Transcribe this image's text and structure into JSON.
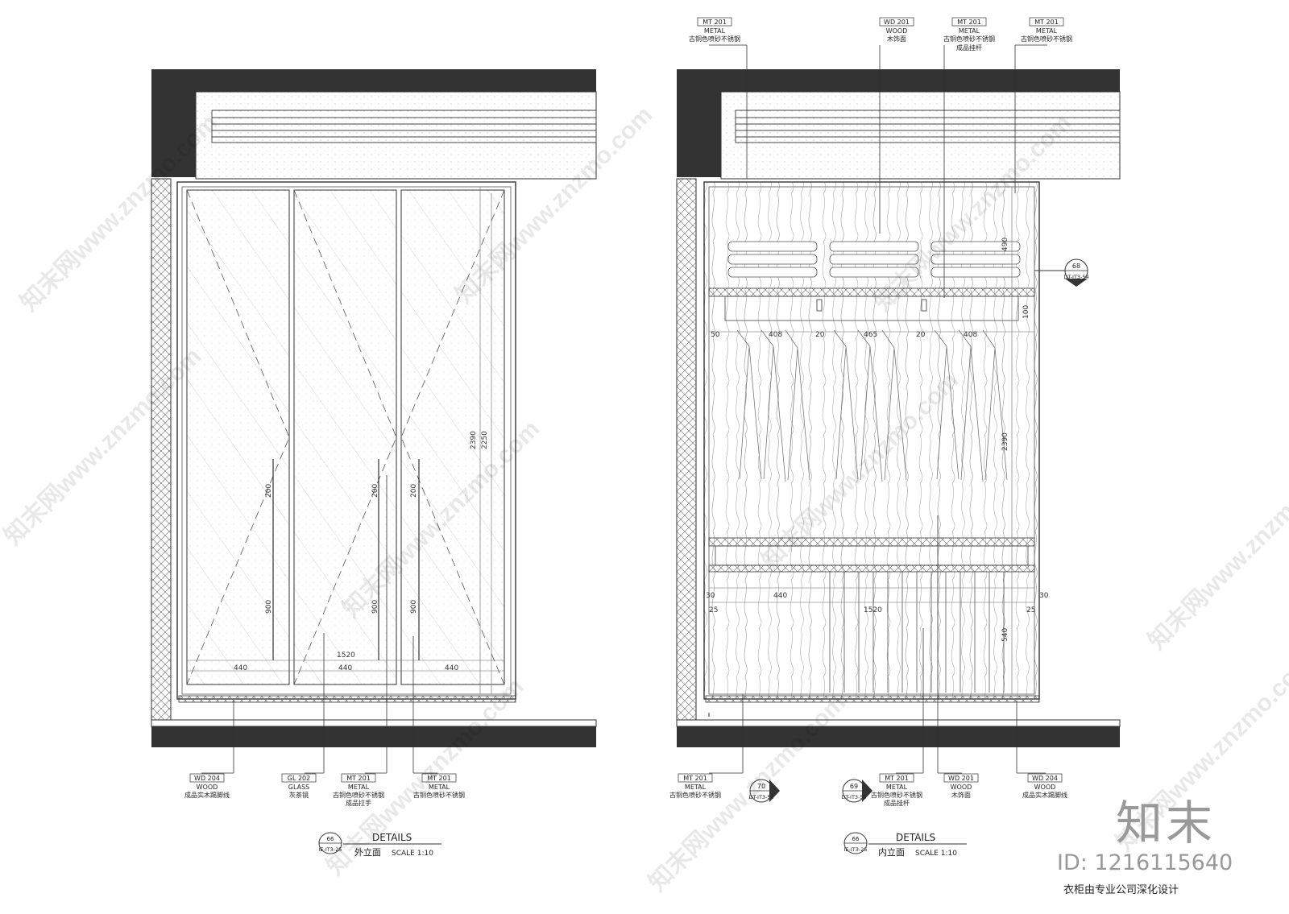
{
  "left_view": {
    "callouts_bottom": [
      {
        "code": "WD 204",
        "mat": "WOOD",
        "desc": "成品实木踢脚线"
      },
      {
        "code": "GL 202",
        "mat": "GLASS",
        "desc": "灰茶镜"
      },
      {
        "code": "MT 201",
        "mat": "METAL",
        "desc": "古铜色喷砂不锈钢",
        "desc2": "成品拉手"
      },
      {
        "code": "MT 201",
        "mat": "METAL",
        "desc": "古铜色喷砂不锈钢"
      }
    ],
    "dims": {
      "d440a": "440",
      "d440b": "440",
      "d440c": "440",
      "d1520": "1520",
      "d2390": "2390",
      "d2250": "2250",
      "d200a": "200",
      "d200b": "200",
      "d200c": "200",
      "d900a": "900",
      "d900b": "900",
      "d900c": "900"
    },
    "title_tag": {
      "num": "66",
      "ref": "IE-IT3-25"
    },
    "title": {
      "main": "DETAILS",
      "sub": "外立面",
      "scale": "SCALE  1:10"
    }
  },
  "right_view": {
    "callouts_top": [
      {
        "code": "MT 201",
        "mat": "METAL",
        "desc": "古铜色喷砂不锈钢"
      },
      {
        "code": "WD 201",
        "mat": "WOOD",
        "desc": "木饰面"
      },
      {
        "code": "MT 201",
        "mat": "METAL",
        "desc": "古铜色喷砂不锈钢",
        "desc2": "成品挂杆"
      },
      {
        "code": "MT 201",
        "mat": "METAL",
        "desc": "古铜色喷砂不锈钢"
      }
    ],
    "callouts_bottom": [
      {
        "code": "MT 201",
        "mat": "METAL",
        "desc": "古铜色喷砂不锈钢"
      },
      {
        "code": "MT 201",
        "mat": "METAL",
        "desc": "古铜色喷砂不锈钢",
        "desc2": "成品挂杆"
      },
      {
        "code": "WD 201",
        "mat": "WOOD",
        "desc": "木饰面"
      },
      {
        "code": "WD 204",
        "mat": "WOOD",
        "desc": "成品实木踢脚线"
      }
    ],
    "section_tags": [
      {
        "num": "70",
        "ref": "DT-IT3-55"
      },
      {
        "num": "69",
        "ref": "DT-IT3-55"
      },
      {
        "num": "68",
        "ref": "DT-IT3-54"
      }
    ],
    "dims": {
      "d408a": "408",
      "d465": "465",
      "d408b": "408",
      "d20a": "20",
      "d20b": "20",
      "d50": "50",
      "d440": "440",
      "d1520": "1520",
      "d2390": "2390",
      "d540": "540",
      "d490": "490",
      "d25a": "25",
      "d25b": "25",
      "d30a": "30",
      "d30b": "30",
      "d100": "100"
    },
    "title_tag": {
      "num": "66",
      "ref": "IE-IT3-25"
    },
    "title": {
      "main": "DETAILS",
      "sub": "内立面",
      "scale": "SCALE  1:10"
    }
  },
  "watermark": {
    "text": "知末网www.znzmo.com"
  },
  "brand": {
    "logo": "知末",
    "id": "ID: 1216115640"
  },
  "footer": {
    "text": "衣柜由专业公司深化设计"
  }
}
